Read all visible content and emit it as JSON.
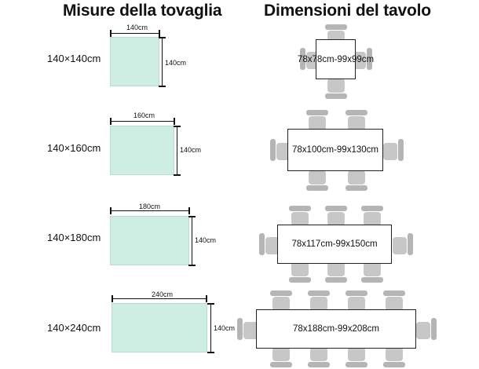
{
  "headers": {
    "left": "Misure della tovaglia",
    "right": "Dimensioni del tavolo"
  },
  "rows": [
    {
      "size": "140×140cm",
      "width_label": "140cm",
      "height_label": "140cm",
      "table": "78x78cm-99x99cm"
    },
    {
      "size": "140×160cm",
      "width_label": "160cm",
      "height_label": "140cm",
      "table": "78x100cm-99x130cm"
    },
    {
      "size": "140×180cm",
      "width_label": "180cm",
      "height_label": "140cm",
      "table": "78x117cm-99x150cm"
    },
    {
      "size": "140×240cm",
      "width_label": "240cm",
      "height_label": "140cm",
      "table": "78x188cm-99x208cm"
    }
  ],
  "colors": {
    "cloth": "#cfeee3",
    "chair": "#c7c7c7"
  },
  "icons": [
    "chair-icon"
  ]
}
